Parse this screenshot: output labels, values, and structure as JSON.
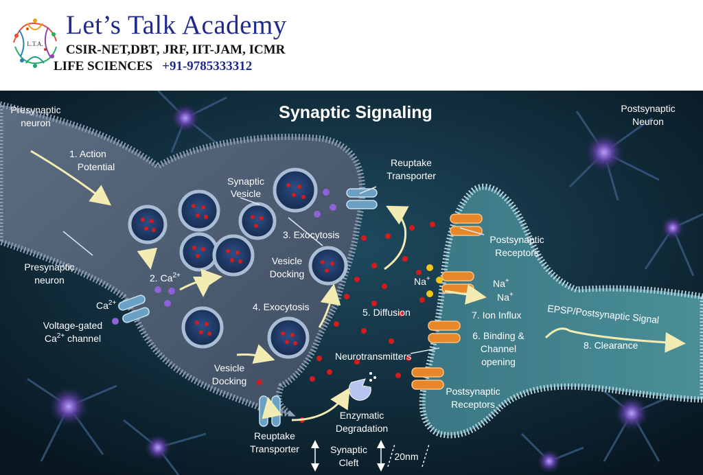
{
  "header": {
    "title": "Let’s Talk Academy",
    "subtitle": "CSIR-NET,DBT, JRF, IIT-JAM, ICMR",
    "line3": "LIFE SCIENCES",
    "phone": "+91-9785333312",
    "logo_icon": "molecule-logo-icon",
    "logo_text": "L.T.A."
  },
  "diagram": {
    "title": "Synaptic Signaling",
    "labels": {
      "presynaptic_top_1": "Presynaptic",
      "presynaptic_top_2": "neuron",
      "postsynaptic_top_1": "Postsynaptic",
      "postsynaptic_top_2": "Neuron",
      "action_1": "1. Action",
      "action_2": "Potential",
      "synaptic_vesicle_1": "Synaptic",
      "synaptic_vesicle_2": "Vesicle",
      "reuptake_top_1": "Reuptake",
      "reuptake_top_2": "Transporter",
      "presynaptic_mid_1": "Presynaptic",
      "presynaptic_mid_2": "neuron",
      "ca_step": "2. Ca",
      "ca_sup": "2+",
      "exocytosis_3": "3. Exocytosis",
      "vesicle_docking_1a": "Vesicle",
      "vesicle_docking_1b": "Docking",
      "ca_ion": "Ca",
      "ca_ion_sup": "2+",
      "voltage_1": "Voltage-gated",
      "voltage_2": "Ca",
      "voltage_2_sup": "2+",
      "voltage_2_rest": " channel",
      "exocytosis_4": "4. Exocytosis",
      "diffusion_5": "5. Diffusion",
      "na_left": "Na",
      "na_left_sup": "+",
      "na_right_1": "Na",
      "na_right_1_sup": "+",
      "na_right_2": "Na",
      "na_right_2_sup": "+",
      "post_receptors_top_1": "Postsynaptic",
      "post_receptors_top_2": "Receptors",
      "ion_influx_7": "7. Ion Influx",
      "binding_6_1": "6. Binding &",
      "binding_6_2": "Channel",
      "binding_6_3": "opening",
      "epsp": "EPSP/Postsynaptic Signal",
      "clearance_8": "8. Clearance",
      "neurotransmitters": "Neurotransmitters",
      "vesicle_docking_2a": "Vesicle",
      "vesicle_docking_2b": "Docking",
      "post_receptors_bottom_1": "Postsynaptic",
      "post_receptors_bottom_2": "Receptors",
      "enzymatic_1": "Enzymatic",
      "enzymatic_2": "Degradation",
      "reuptake_bottom_1": "Reuptake",
      "reuptake_bottom_2": "Transporter",
      "cleft_1": "Synaptic",
      "cleft_2": "Cleft",
      "cleft_size": "20nm"
    }
  },
  "colors": {
    "brand_blue": "#1f2a8c",
    "background": "#0f2334",
    "presynaptic_fill": "#4f5f74",
    "postsynaptic_fill": "#3f7f8a",
    "neurotransmitter": "#d51b1b",
    "calcium": "#8e62d8",
    "sodium": "#f2c318",
    "receptor": "#e8862a",
    "transporter": "#6aa0c4",
    "arrow": "#f3ecb2"
  }
}
